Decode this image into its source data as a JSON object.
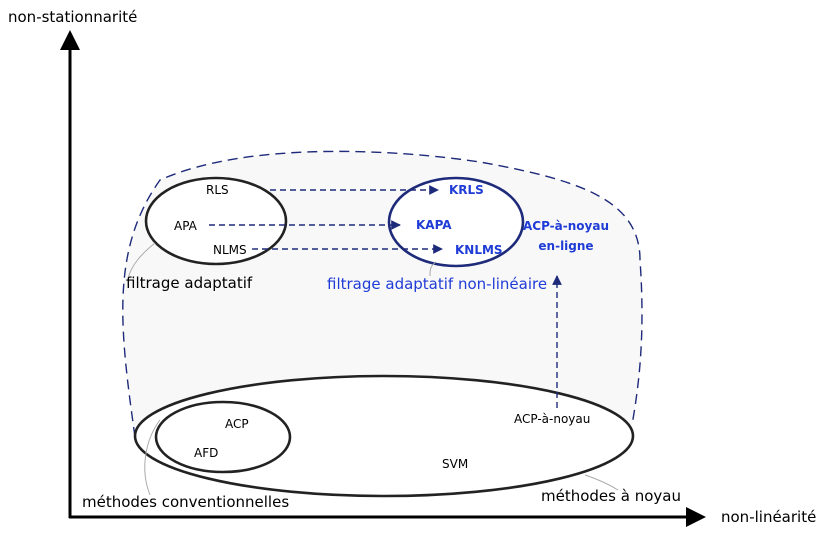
{
  "axes": {
    "y_label": "non-stationnarité",
    "x_label": "non-linéarité"
  },
  "groups": {
    "adaptive": {
      "label": "filtrage adaptatif",
      "items": [
        "RLS",
        "APA",
        "NLMS"
      ]
    },
    "nonlinear_adaptive": {
      "label": "filtrage adaptatif non-linéaire",
      "items": [
        "KRLS",
        "KAPA",
        "KNLMS"
      ]
    },
    "online_kpca": {
      "label_line1": "ACP-à-noyau",
      "label_line2": "en-ligne"
    },
    "conventional": {
      "label": "méthodes conventionnelles",
      "items": [
        "ACP",
        "AFD"
      ]
    },
    "kernel": {
      "label": "méthodes à noyau",
      "items": [
        "SVM",
        "ACP-à-noyau"
      ]
    }
  },
  "colors": {
    "axis": "#000000",
    "ellipse": "#222222",
    "blue_ellipse": "#1e2a7a",
    "blue_text": "#1f3cd6",
    "dashed": "#1e2a7a",
    "region_fill": "#f8f8f8"
  }
}
